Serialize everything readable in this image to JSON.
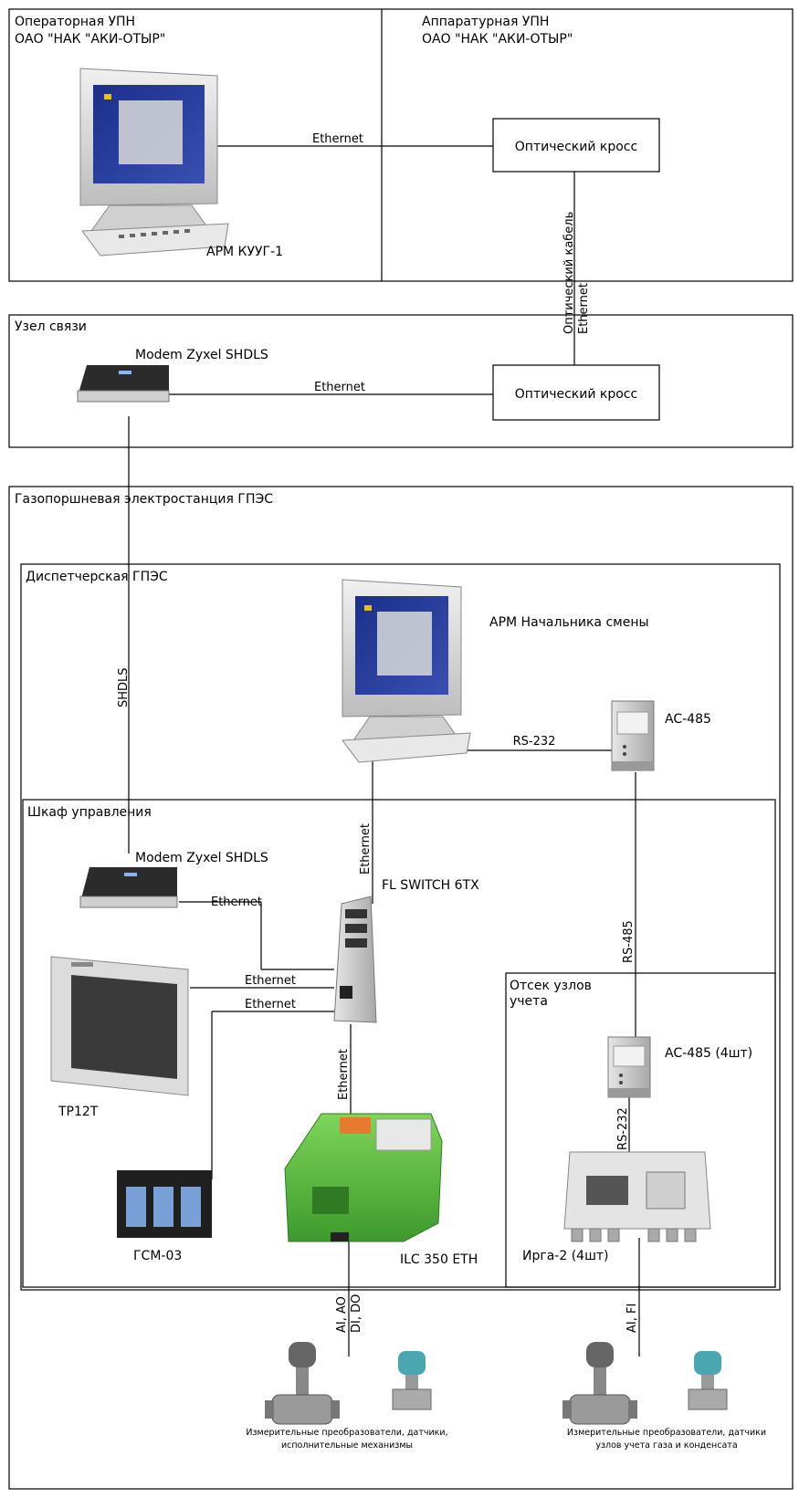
{
  "zones": {
    "operator_room": "Операторная УПН\nОАО \"НАК \"АКИ-ОТЫР\"",
    "hardware_room": "Аппаратурная УПН\nОАО \"НАК \"АКИ-ОТЫР\"",
    "comm_node": "Узел связи",
    "gas_station": "Газопоршневая электростанция ГПЭС",
    "dispatch": "Диспетчерская ГПЭС",
    "cabinet": "Шкаф управления",
    "metering": "Отсек узлов\nучета"
  },
  "devices": {
    "arm_kuug": "АРМ КУУГ-1",
    "optical_cross_1": "Оптический кросс",
    "optical_cross_2": "Оптический кросс",
    "modem_top": "Modem Zyxel SHDLS",
    "arm_chief": "АРМ Начальника смены",
    "ac485": "AC-485",
    "modem_cabinet": "Modem Zyxel SHDLS",
    "fl_switch": "FL SWITCH 6TX",
    "tp12t": "TP12T",
    "gsm03": "ГСМ-03",
    "ilc350": "ILC 350 ETH",
    "ac485_4": "AC-485 (4шт)",
    "irga2": "Ирга-2 (4шт)",
    "sensors_left": "Измерительные преобразователи, датчики,\nисполнительные механизмы",
    "sensors_right": "Измерительные преобразователи, датчики\nузлов учета газа и конденсата"
  },
  "links": {
    "eth_arm_cross": "Ethernet",
    "optical_cable": "Оптический кабель\nEthernet",
    "eth_modem_cross": "Ethernet",
    "shdls": "SHDLS",
    "rs232_top": "RS-232",
    "eth_arm_switch": "Ethernet",
    "rs485": "RS-485",
    "eth_modem_switch": "Ethernet",
    "eth_tp_switch": "Ethernet",
    "eth_gsm_switch": "Ethernet",
    "eth_switch_ilc": "Ethernet",
    "rs232_bottom": "RS-232",
    "ai_ao": "AI, AO\nDI, DO",
    "ai_fi": "AI, FI"
  }
}
